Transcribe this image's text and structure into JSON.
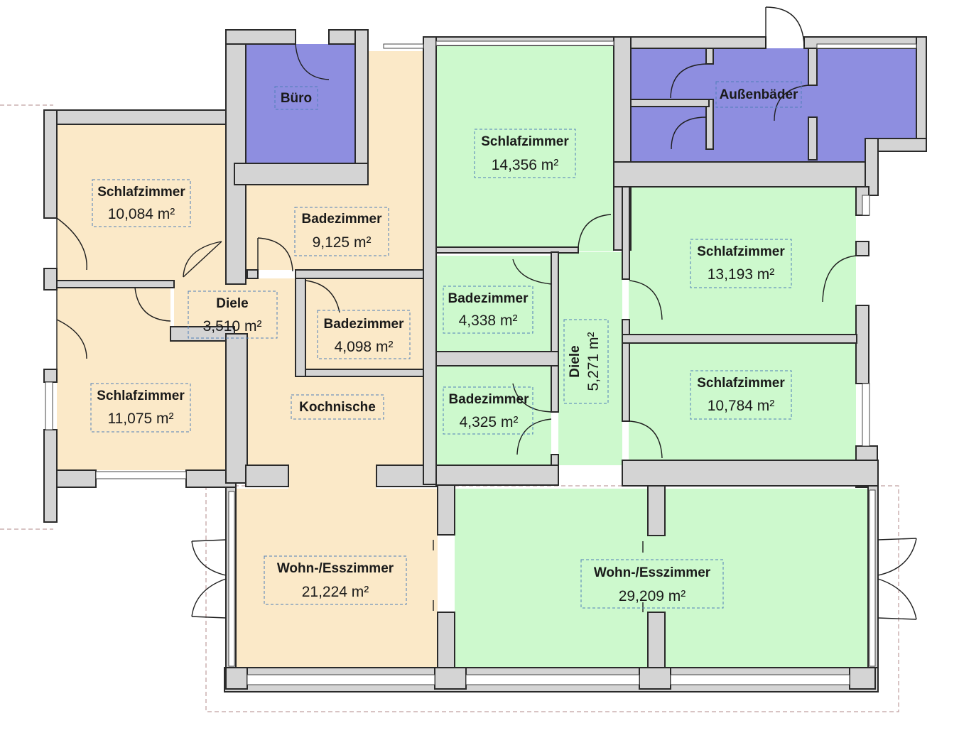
{
  "colors": {
    "cream": "#fbe9c8",
    "green": "#cdf9cd",
    "violet": "#8e8ee0",
    "wall": "#d4d4d4",
    "label_border": "#4f7fb8"
  },
  "rooms": {
    "buero": {
      "name": "Büro"
    },
    "aussenbaeder": {
      "name": "Außenbäder"
    },
    "schlafzimmer_1": {
      "name": "Schlafzimmer",
      "area": "10,084 m²"
    },
    "badezimmer_1": {
      "name": "Badezimmer",
      "area": "9,125 m²"
    },
    "schlafzimmer_2": {
      "name": "Schlafzimmer",
      "area": "14,356 m²"
    },
    "schlafzimmer_3": {
      "name": "Schlafzimmer",
      "area": "13,193 m²"
    },
    "diele_1": {
      "name": "Diele",
      "area": "3,510 m²"
    },
    "badezimmer_2": {
      "name": "Badezimmer",
      "area": "4,098 m²"
    },
    "badezimmer_3": {
      "name": "Badezimmer",
      "area": "4,338 m²"
    },
    "diele_2": {
      "name": "Diele",
      "area": "5,271 m²"
    },
    "schlafzimmer_4": {
      "name": "Schlafzimmer",
      "area": "11,075 m²"
    },
    "kochnische": {
      "name": "Kochnische"
    },
    "badezimmer_4": {
      "name": "Badezimmer",
      "area": "4,325 m²"
    },
    "schlafzimmer_5": {
      "name": "Schlafzimmer",
      "area": "10,784 m²"
    },
    "wohn_1": {
      "name": "Wohn-/Esszimmer",
      "area": "21,224 m²"
    },
    "wohn_2": {
      "name": "Wohn-/Esszimmer",
      "area": "29,209 m²"
    }
  }
}
